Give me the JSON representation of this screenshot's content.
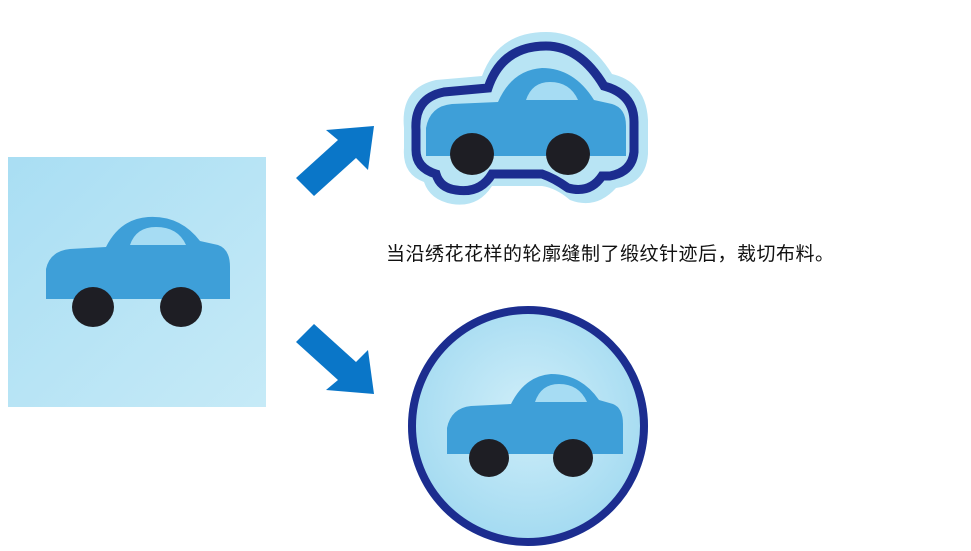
{
  "caption": "当沿绣花花样的轮廓缝制了缎纹针迹后，裁切布料。",
  "colors": {
    "fabric_light": "#b8e4f4",
    "fabric_mid": "#8fd1ec",
    "arrow_blue": "#0a76c8",
    "car_body": "#3e9fd8",
    "car_window": "#a6dcf3",
    "wheel": "#1e1e24",
    "border_navy": "#1c2d8f"
  },
  "icons": {
    "arrow_up": "arrow-up-right",
    "arrow_down": "arrow-down-right",
    "car": "car-embroidery"
  }
}
